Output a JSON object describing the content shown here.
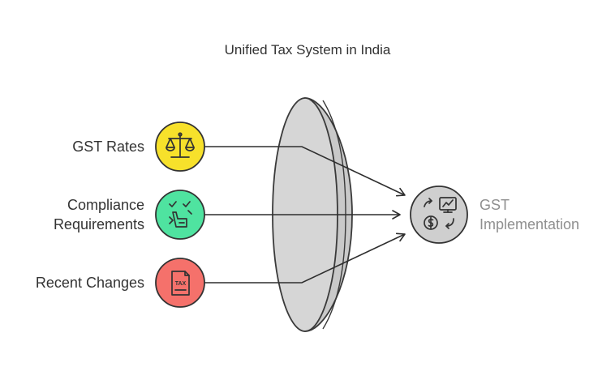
{
  "diagram": {
    "title": "Unified Tax System in India",
    "inputs": [
      {
        "lines": [
          "GST Rates"
        ],
        "icon": "balance-scale-icon",
        "color": "#f7e12b"
      },
      {
        "lines": [
          "Compliance",
          "Requirements"
        ],
        "icon": "compliance-checklist-icon",
        "color": "#4fe3a0"
      },
      {
        "lines": [
          "Recent Changes"
        ],
        "icon": "tax-document-icon",
        "color": "#f5716b"
      }
    ],
    "lens": {
      "icon": "convex-lens-icon",
      "color": "#d6d6d6"
    },
    "output": {
      "lines": [
        "GST",
        "Implementation"
      ],
      "icon": "implementation-cycle-icon",
      "color": "#cfcfcf"
    },
    "icon_badge_text": "TAX"
  }
}
